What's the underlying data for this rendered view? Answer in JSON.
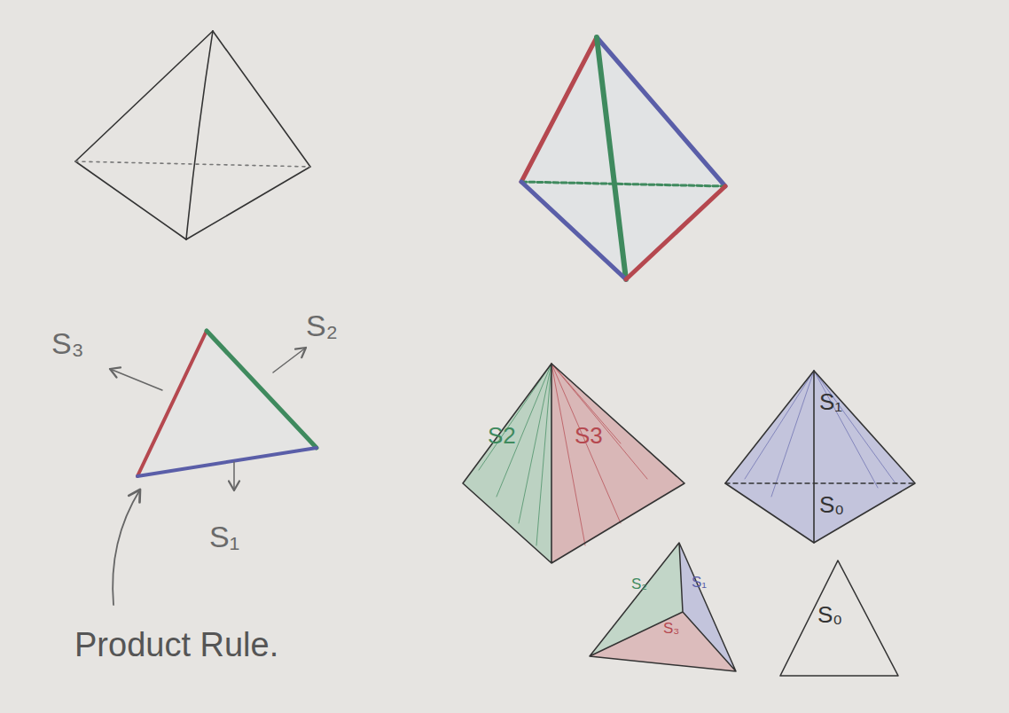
{
  "diagram": {
    "labels": [
      "S₃",
      "S₂",
      "S₁",
      "Product Rule.",
      "S2",
      "S3",
      "S₁",
      "S₀",
      "S₂",
      "S₁",
      "S₃",
      "S₀"
    ]
  }
}
